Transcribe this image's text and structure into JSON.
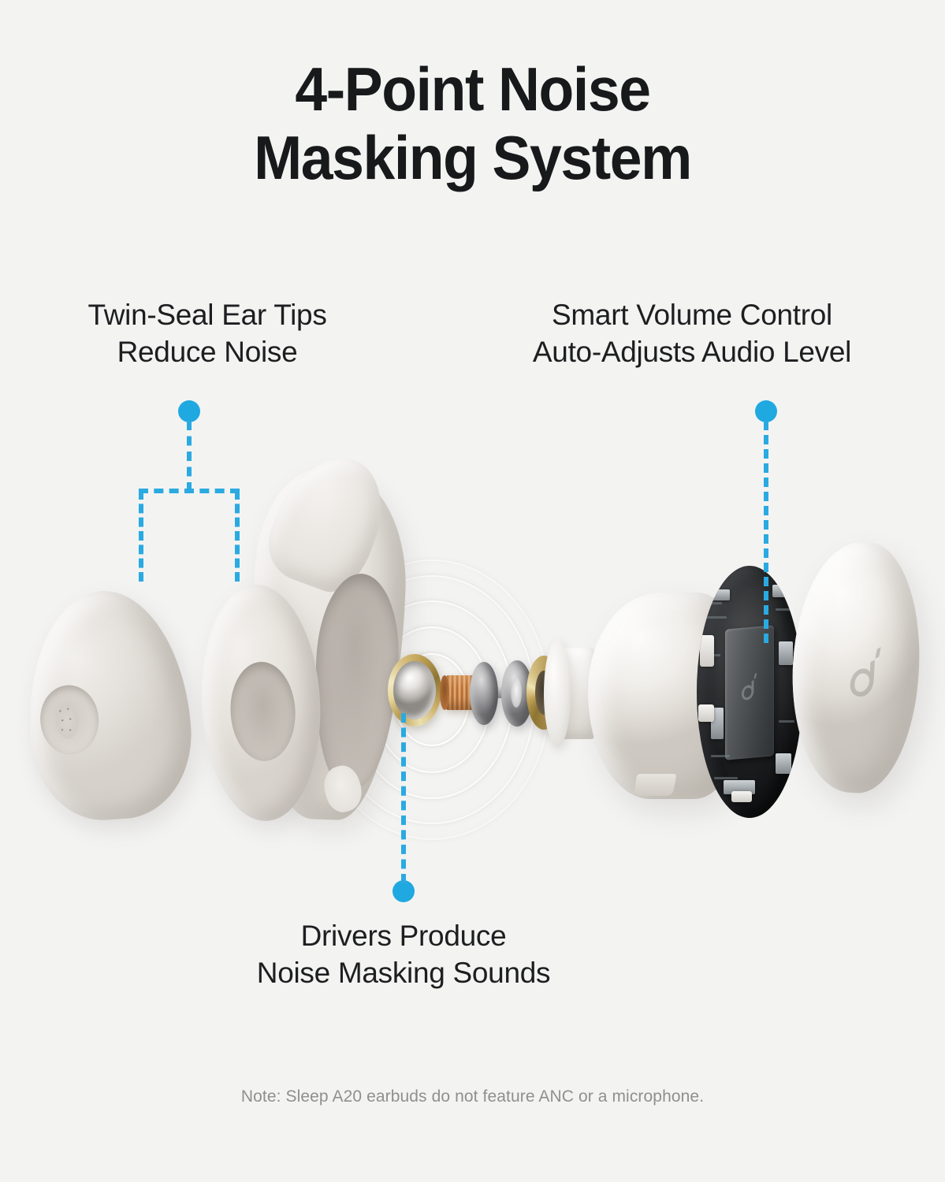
{
  "theme": {
    "background": "#f3f3f2",
    "heading_color": "#18191b",
    "label_color": "#1d1e20",
    "footnote_color": "#8f8f8f",
    "accent_blue": "#1fa9e0"
  },
  "heading": {
    "text": "4-Point Noise\nMasking System"
  },
  "callouts": [
    {
      "id": "twin-seal-ear-tips",
      "label": "Twin-Seal Ear Tips\nReduce Noise"
    },
    {
      "id": "smart-volume-control",
      "label": "Smart Volume Control\nAuto-Adjusts Audio Level"
    },
    {
      "id": "drivers",
      "label": "Drivers Produce\nNoise Masking Sounds"
    }
  ],
  "footnote": {
    "text": "Note: Sleep A20 earbuds do not feature ANC or a microphone."
  },
  "product": {
    "brand_logo": "soundcore-logo",
    "parts": [
      "solid-ear-tip",
      "ring-ear-tip",
      "ear-wing-body",
      "driver-diaphragm",
      "voice-coil",
      "magnet-disc-front",
      "magnet-disc-rear",
      "gold-back-ring",
      "earbud-housing",
      "circuit-board",
      "outer-cap"
    ]
  }
}
